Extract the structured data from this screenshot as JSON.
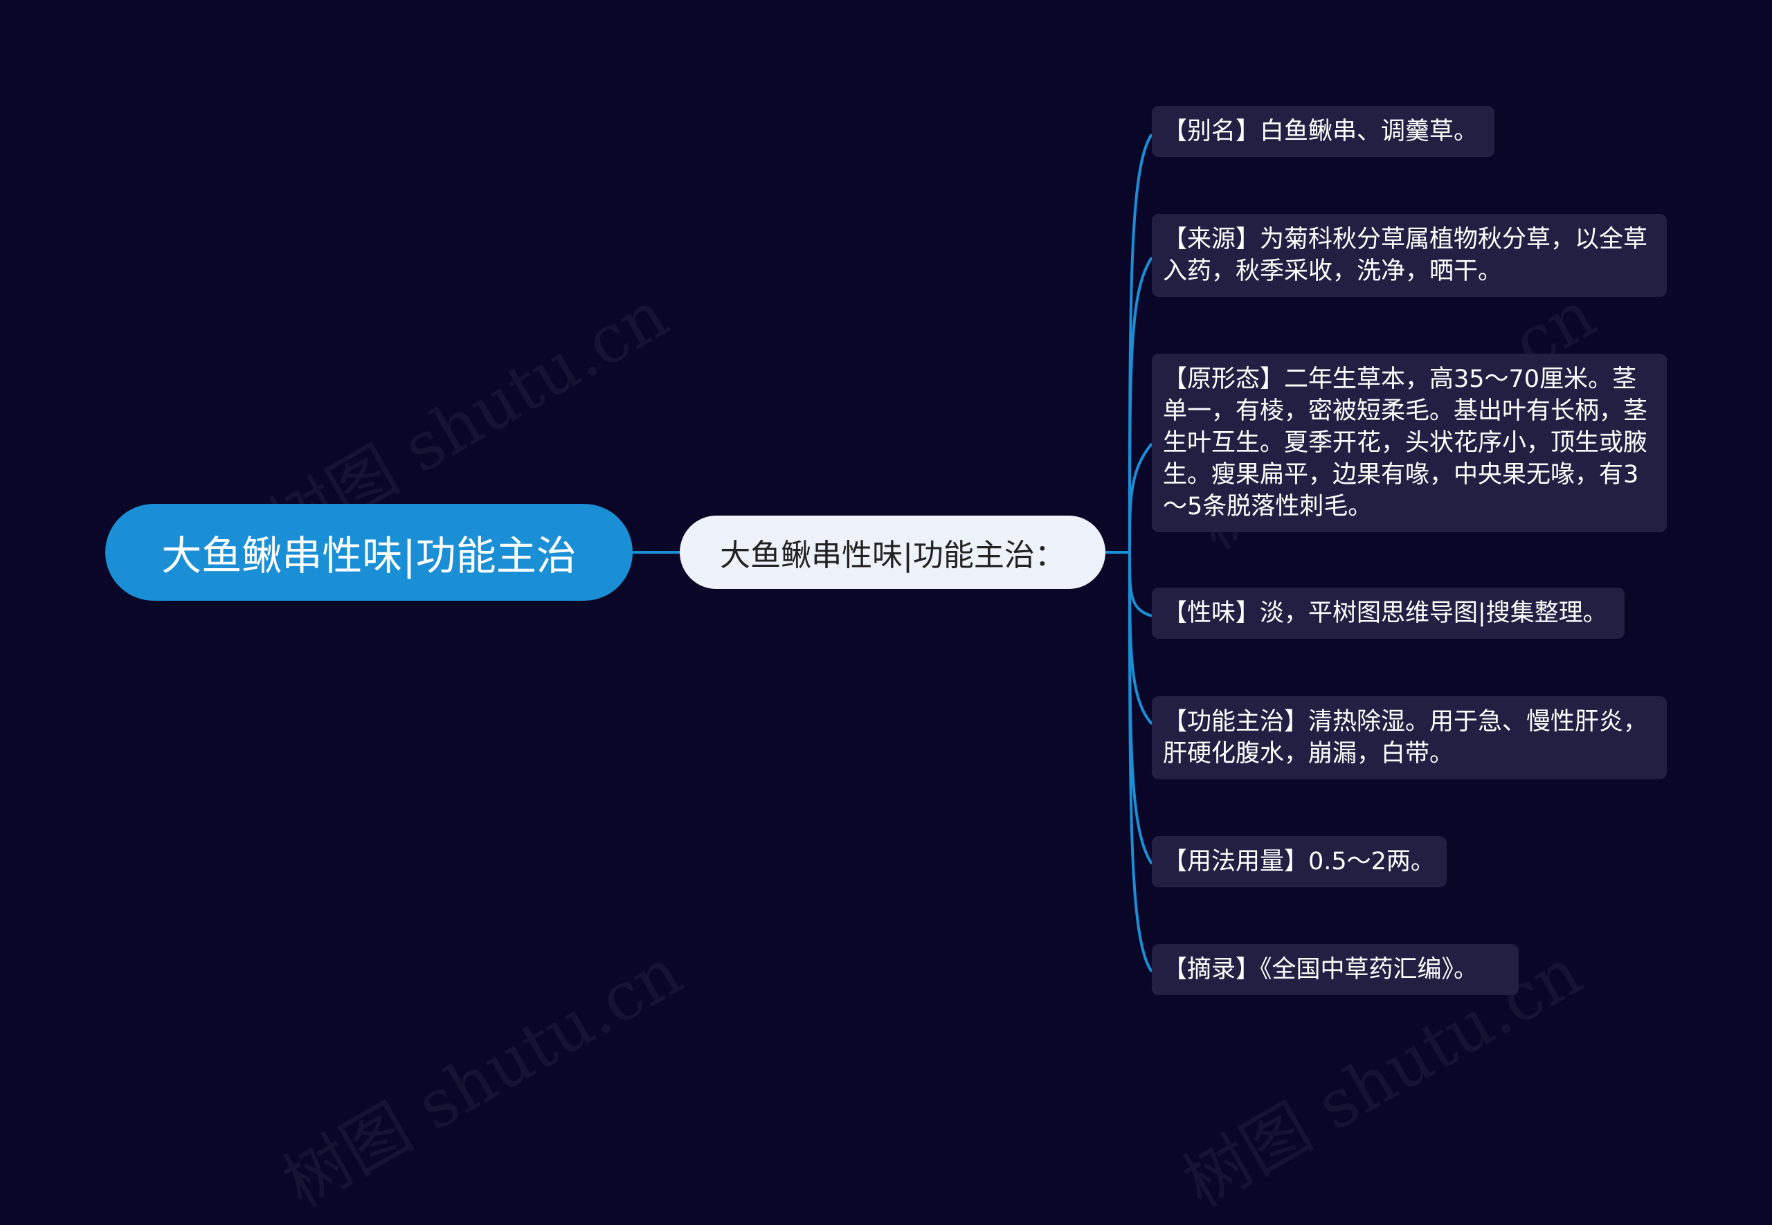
{
  "root": {
    "title": "大鱼鳅串性味|功能主治"
  },
  "branch": {
    "label": "大鱼鳅串性味|功能主治："
  },
  "leaves": [
    "【别名】白鱼鳅串、调羹草。",
    "【来源】为菊科秋分草属植物秋分草，以全草入药，秋季采收，洗净，晒干。",
    "【原形态】二年生草本，高35～70厘米。茎单一，有棱，密被短柔毛。基出叶有长柄，茎生叶互生。夏季开花，头状花序小，顶生或腋生。瘦果扁平，边果有喙，中央果无喙，有3～5条脱落性刺毛。",
    "【性味】淡，平树图思维导图|搜集整理。",
    "【功能主治】清热除湿。用于急、慢性肝炎，肝硬化腹水，崩漏，白带。",
    "【用法用量】0.5～2两。",
    "【摘录】《全国中草药汇编》。"
  ],
  "watermark": {
    "text": "树图 shutu.cn"
  },
  "colors": {
    "background": "#0a0628",
    "root_fill": "#1a8fd6",
    "branch_fill": "#eef3fb",
    "leaf_fill": "#221f42",
    "connector": "#1a8fd6"
  }
}
